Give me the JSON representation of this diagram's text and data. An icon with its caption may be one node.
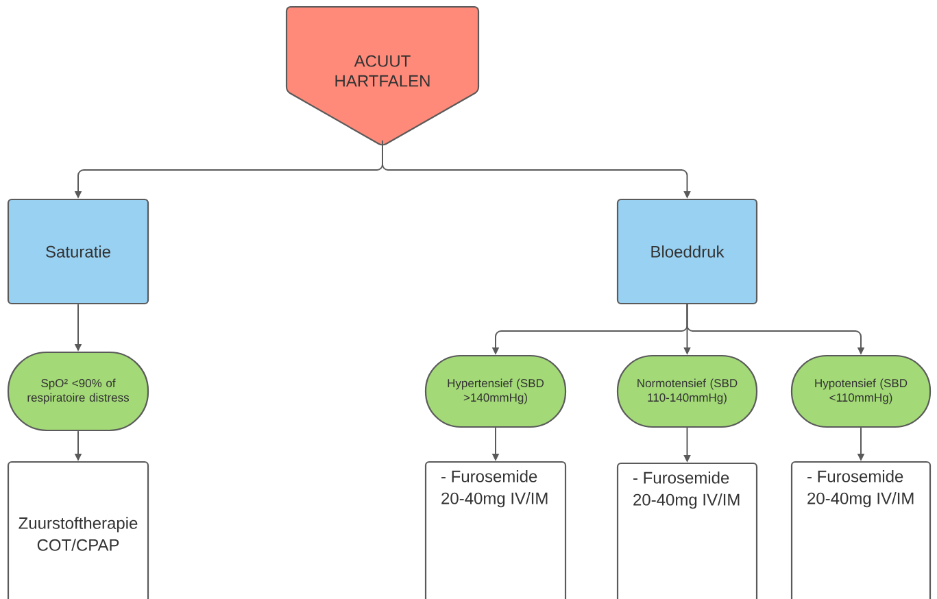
{
  "diagram": {
    "nodes": [
      {
        "text": [
          "ACUUT HARTFALEN"
        ]
      },
      {
        "text": [
          "Saturatie"
        ]
      },
      {
        "text": [
          "Bloeddruk"
        ]
      },
      {
        "text": [
          "SpO² <90% of respiratoire distress"
        ]
      },
      {
        "text": [
          "Zuurstoftherapie COT/CPAP"
        ]
      },
      {
        "text": [
          "Hypertensief (SBD >140mmHg)"
        ]
      },
      {
        "text": [
          "Normotensief (SBD 110-140mmHg)"
        ]
      },
      {
        "text": [
          "Hypotensief (SBD <110mmHg)"
        ]
      },
      {
        "text": [
          "- Furosemide 20-40mg IV/IM"
        ]
      },
      {
        "text": [
          "- Furosemide 20-40mg IV/IM"
        ]
      },
      {
        "text": [
          "- Furosemide 20-40mg IV/IM"
        ]
      }
    ],
    "edges": [
      {
        "from": 0,
        "to": 1,
        "arrow": "to"
      },
      {
        "from": 0,
        "to": 2,
        "arrow": "to"
      },
      {
        "from": 1,
        "to": 3,
        "arrow": "to"
      },
      {
        "from": 3,
        "to": 4,
        "arrow": "to"
      },
      {
        "from": 2,
        "to": 5,
        "arrow": "to"
      },
      {
        "from": 2,
        "to": 6,
        "arrow": "to"
      },
      {
        "from": 2,
        "to": 7,
        "arrow": "to"
      },
      {
        "from": 5,
        "to": 8,
        "arrow": "to"
      },
      {
        "from": 6,
        "to": 9,
        "arrow": "to"
      },
      {
        "from": 7,
        "to": 10,
        "arrow": "to"
      }
    ]
  }
}
